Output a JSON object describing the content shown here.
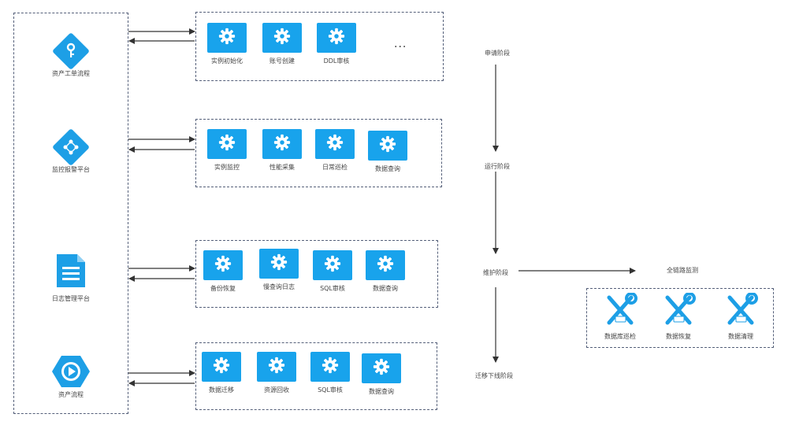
{
  "platforms": [
    {
      "label": "资产工单流程",
      "icon": "key-icon"
    },
    {
      "label": "监控报警平台",
      "icon": "network-icon"
    },
    {
      "label": "日志管理平台",
      "icon": "document-icon"
    },
    {
      "label": "资产流程",
      "icon": "play-icon"
    }
  ],
  "groups": [
    {
      "tiles": [
        "实例初始化",
        "账号创建",
        "DDL审核"
      ],
      "more": "..."
    },
    {
      "tiles": [
        "实例监控",
        "性能采集",
        "日常巡检",
        "数据查询"
      ]
    },
    {
      "tiles": [
        "备份恢复",
        "慢查询日志",
        "SQL审核",
        "数据查询"
      ]
    },
    {
      "tiles": [
        "数据迁移",
        "资源回收",
        "SQL审核",
        "数据查询"
      ]
    }
  ],
  "stages": {
    "apply": "申请阶段",
    "run": "运行阶段",
    "maintain": "维护阶段",
    "offline": "迁移下线阶段",
    "full_link": "全链路监测"
  },
  "tools": [
    "数据库巡检",
    "数据恢复",
    "数据清理"
  ],
  "colors": {
    "accent": "#1d9fe6",
    "tile": "#18a3ec",
    "line": "#333333",
    "dash": "#55607a"
  }
}
